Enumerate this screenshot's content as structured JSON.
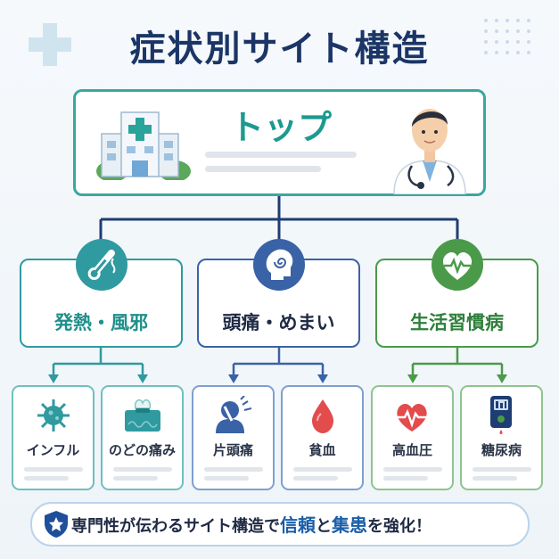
{
  "title": "症状別サイト構造",
  "top": {
    "label": "トップ"
  },
  "categories": [
    {
      "label": "発熱・風邪",
      "color": "#2f9aa0",
      "icon": "thermometer-icon",
      "subs": [
        {
          "label": "インフル",
          "icon": "virus-icon"
        },
        {
          "label": "のどの痛み",
          "icon": "tissue-box-icon"
        }
      ]
    },
    {
      "label": "頭痛・めまい",
      "color": "#3a62a6",
      "icon": "head-spiral-icon",
      "subs": [
        {
          "label": "片頭痛",
          "icon": "headache-person-icon"
        },
        {
          "label": "貧血",
          "icon": "blood-drop-icon"
        }
      ]
    },
    {
      "label": "生活習慣病",
      "color": "#4a9a4a",
      "icon": "heart-pulse-icon",
      "subs": [
        {
          "label": "高血圧",
          "icon": "heart-pulse-icon"
        },
        {
          "label": "糖尿病",
          "icon": "glucose-meter-icon"
        }
      ]
    }
  ],
  "banner": {
    "prefix": "専門性が伝わるサイト構造で",
    "highlight1": "信頼",
    "middle": "と",
    "highlight2": "集患",
    "suffix": "を強化！",
    "icon": "shield-star-icon"
  },
  "colors": {
    "navy": "#1b3566",
    "teal": "#1c9a90",
    "blue": "#3a62a6",
    "green": "#4a9a4a"
  }
}
